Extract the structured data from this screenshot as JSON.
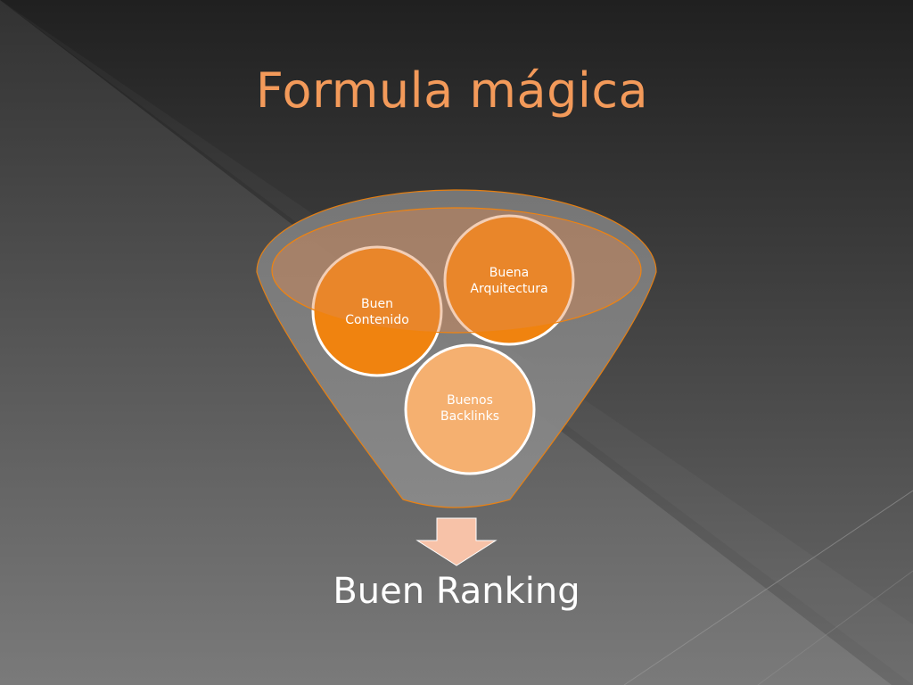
{
  "slide": {
    "title": "Formula mágica",
    "result": "Buen Ranking"
  },
  "diagram": {
    "nodes": [
      {
        "id": "contenido",
        "lines": [
          "Buen",
          "Contenido"
        ]
      },
      {
        "id": "arquitectura",
        "lines": [
          "Buena",
          "Arquitectura"
        ]
      },
      {
        "id": "backlinks",
        "lines": [
          "Buenos",
          "Backlinks"
        ]
      }
    ]
  },
  "colors": {
    "accent": "#f0830f",
    "title": "#f39a5a",
    "node_light": "#f5b070",
    "arrow": "#f7c2a8",
    "background": "#1f1f1f"
  }
}
